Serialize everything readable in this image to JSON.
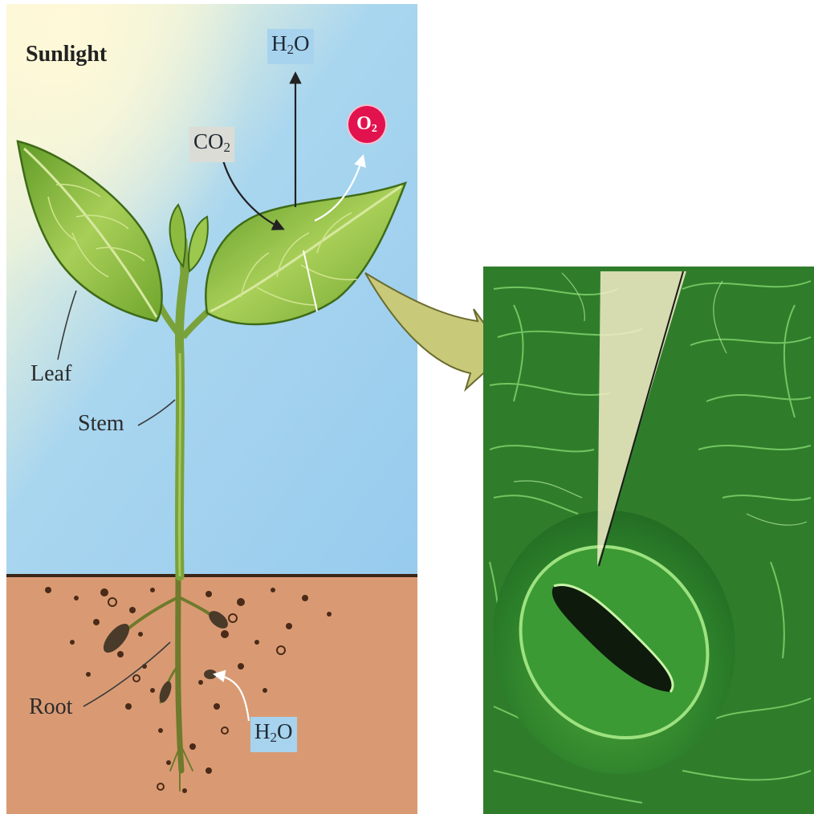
{
  "labels": {
    "sunlight": "Sunlight",
    "leaf": "Leaf",
    "stem": "Stem",
    "root": "Root"
  },
  "chemicals": {
    "water_top": {
      "base": "H",
      "sub": "2",
      "rest": "O"
    },
    "carbon_dioxide": {
      "base": "CO",
      "sub": "2"
    },
    "oxygen": {
      "base": "O",
      "sub": "2"
    },
    "water_root": {
      "base": "H",
      "sub": "2",
      "rest": "O"
    }
  },
  "colors": {
    "sky": "#9dcfee",
    "soil": "#d99a73",
    "leaf": "#8fbf3f",
    "stomata": "#2f8a2e",
    "oxygen_badge": "#e2124f",
    "callout_arrow": "#c9c97a"
  },
  "icons": {
    "callout": "zoom-arrow-icon",
    "flow": "arrow-icon"
  }
}
